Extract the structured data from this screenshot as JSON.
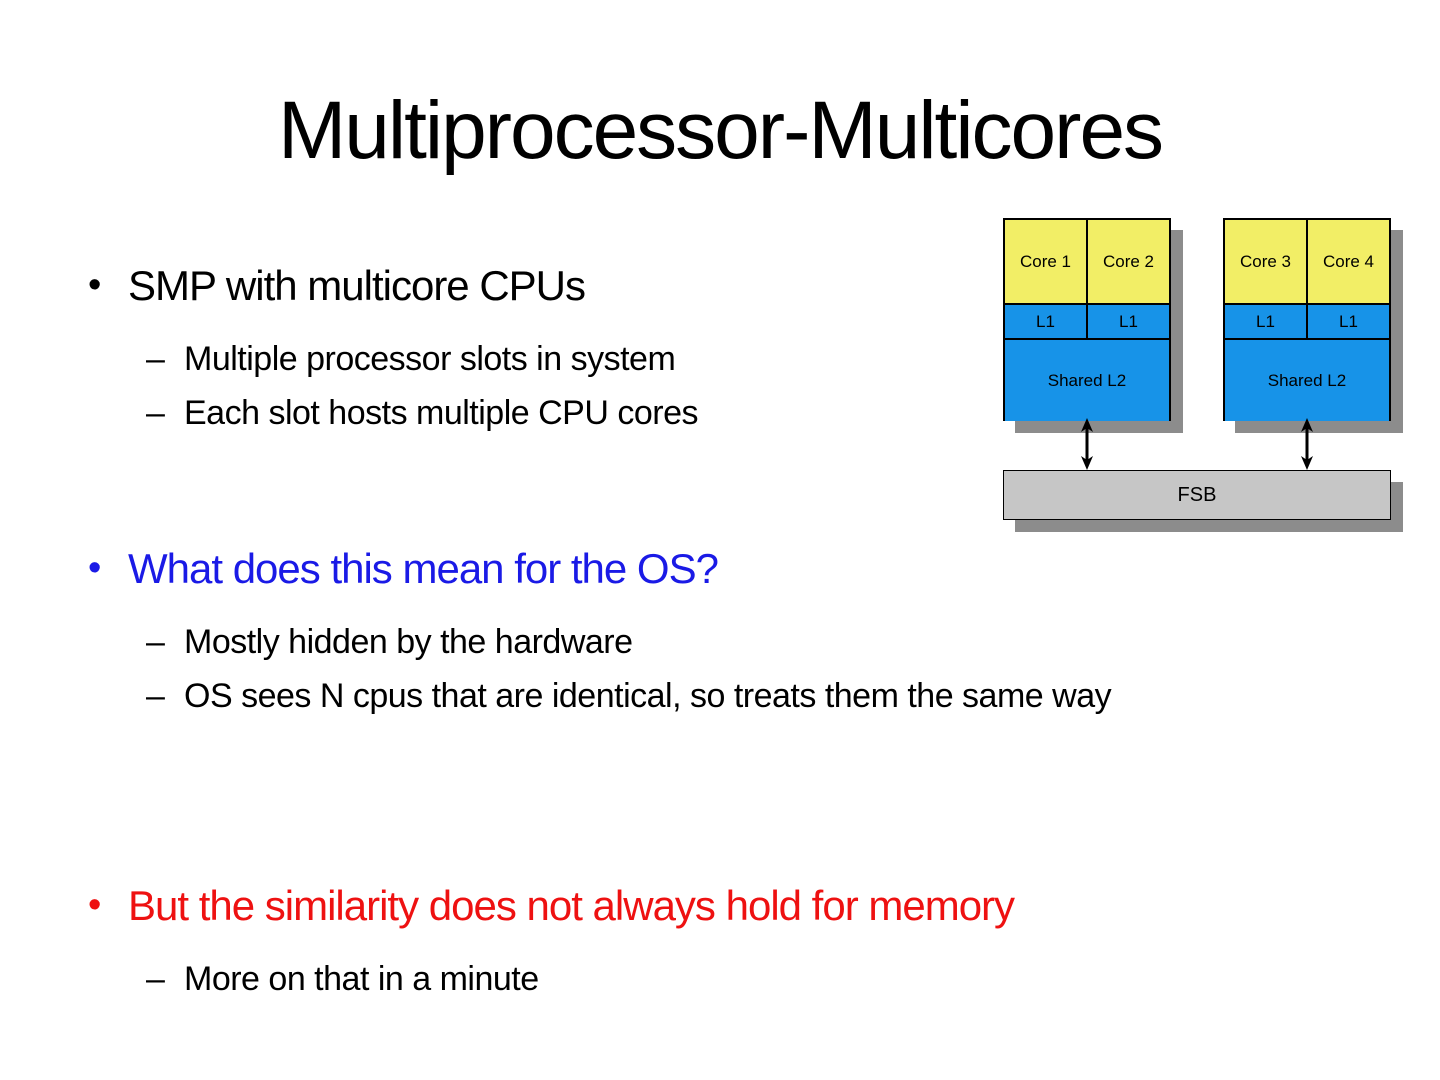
{
  "slide": {
    "title": "Multiprocessor-Multicores",
    "bullet_char": "•",
    "dash_char": "–"
  },
  "bullets": [
    {
      "text": "SMP with multicore CPUs",
      "color": "#000000",
      "subs": [
        "Multiple processor slots in system",
        "Each slot hosts multiple CPU cores"
      ]
    },
    {
      "text": "What does this mean for the OS?",
      "color": "#1a1ae6",
      "subs": [
        "Mostly hidden by the hardware",
        "OS sees N cpus that are identical, so treats them the same way"
      ]
    },
    {
      "text": "But the similarity does not always hold for memory",
      "color": "#ee1111",
      "subs": [
        "More on that in a minute"
      ]
    }
  ],
  "diagram": {
    "packages": [
      {
        "cores": [
          "Core 1",
          "Core 2"
        ],
        "l1": [
          "L1",
          "L1"
        ],
        "l2": "Shared L2"
      },
      {
        "cores": [
          "Core 3",
          "Core 4"
        ],
        "l1": [
          "L1",
          "L1"
        ],
        "l2": "Shared L2"
      }
    ],
    "bus_label": "FSB",
    "colors": {
      "core_fill": "#f2ee66",
      "cache_fill": "#1793e8",
      "bus_fill": "#c6c6c6",
      "shadow": "#8c8c8c"
    }
  }
}
